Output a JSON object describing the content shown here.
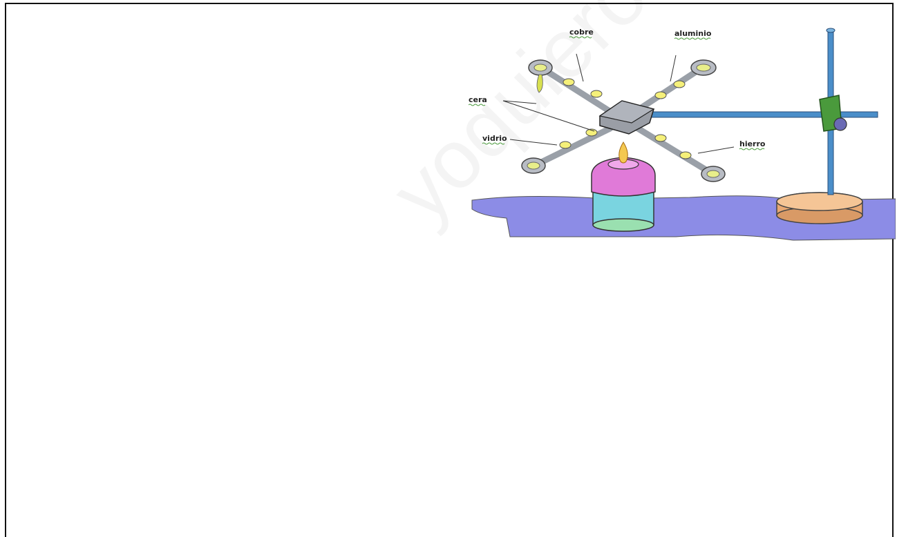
{
  "diagram": {
    "labels": {
      "cobre": "cobre",
      "aluminio": "aluminio",
      "cera": "cera",
      "vidrio": "vidrio",
      "hierro": "hierro"
    },
    "colors": {
      "rod": "#8a8e96",
      "wax_dot": "#f5f07a",
      "stand": "#4a8ec9",
      "clamp": "#4a9a3c",
      "table": "#8c8ce6",
      "candle": "#e07ad8",
      "base": "#e8b07a"
    }
  },
  "watermark": {
    "text": "yoquieroaprobar.es"
  }
}
